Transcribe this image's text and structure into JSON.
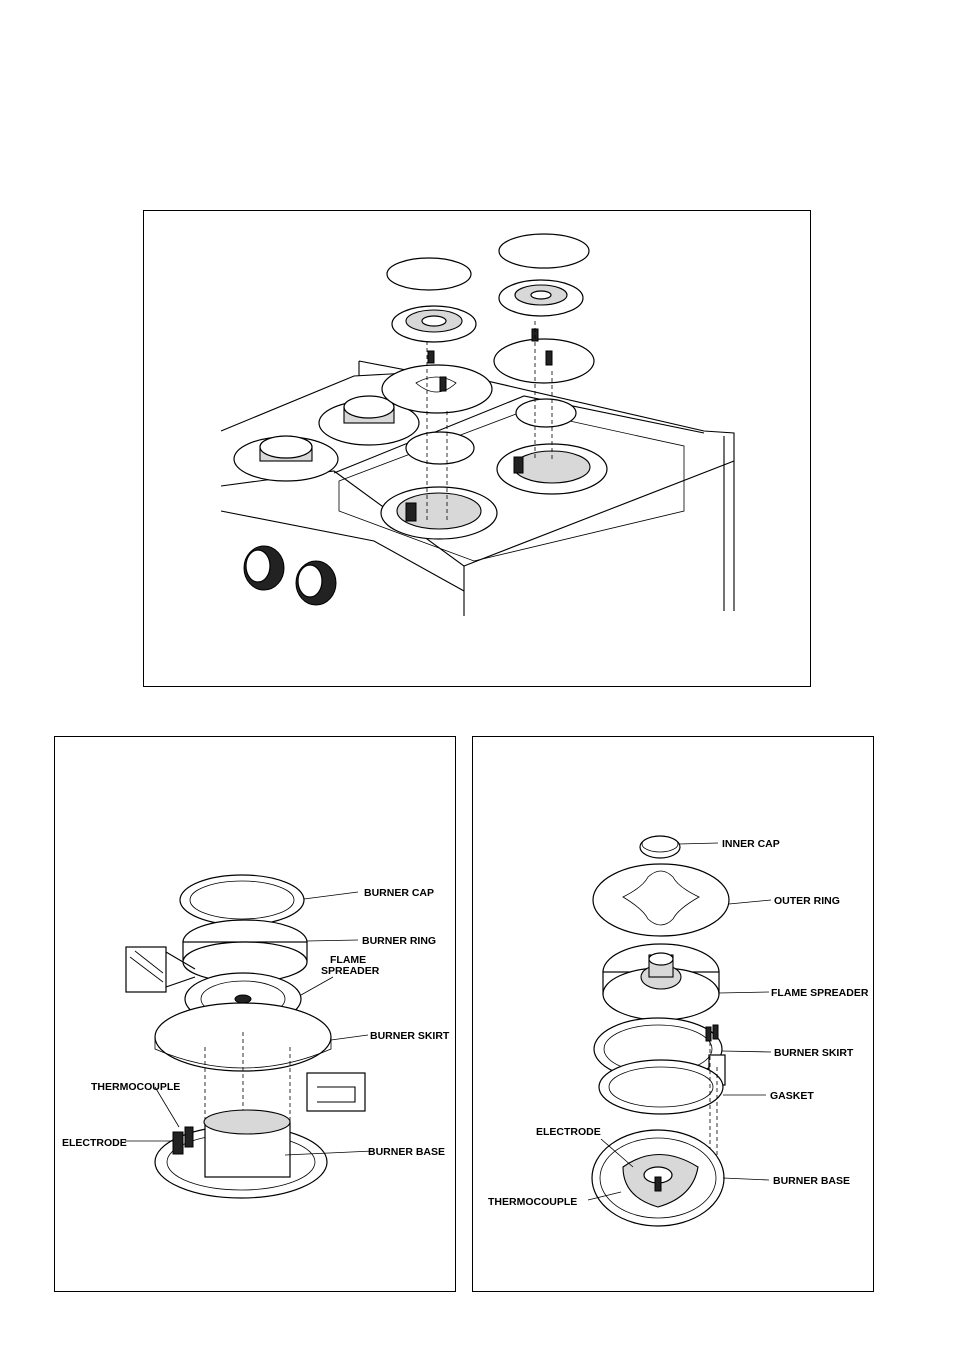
{
  "figure_left": {
    "labels": {
      "burner_cap": "BURNER CAP",
      "burner_ring": "BURNER RING",
      "flame_spreader_1": "FLAME",
      "flame_spreader_2": "SPREADER",
      "burner_skirt": "BURNER SKIRT",
      "thermocouple": "THERMOCOUPLE",
      "electrode": "ELECTRODE",
      "burner_base": "BURNER BASE"
    }
  },
  "figure_right": {
    "labels": {
      "inner_cap": "INNER CAP",
      "outer_ring": "OUTER RING",
      "flame_spreader": "FLAME SPREADER",
      "burner_skirt": "BURNER SKIRT",
      "gasket": "GASKET",
      "electrode": "ELECTRODE",
      "burner_base": "BURNER BASE",
      "thermocouple": "THERMOCOUPLE"
    }
  }
}
